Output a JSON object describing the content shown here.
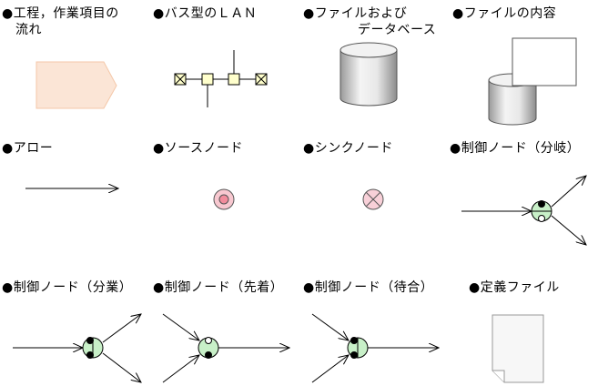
{
  "legend": {
    "process_flow": {
      "label_line1": "●工程，作業項目の",
      "label_line2": "流れ"
    },
    "bus_lan": {
      "label": "●バス型のＬＡＮ"
    },
    "file_db": {
      "label_line1": "●ファイルおよび",
      "label_line2": "データベース"
    },
    "file_contents": {
      "label": "●ファイルの内容"
    },
    "arrow": {
      "label": "●アロー"
    },
    "source_node": {
      "label": "●ソースノード"
    },
    "sink_node": {
      "label": "●シンクノード"
    },
    "control_branch": {
      "label": "●制御ノード（分岐）"
    },
    "control_divide": {
      "label": "●制御ノード（分業）"
    },
    "control_first": {
      "label": "●制御ノード（先着）"
    },
    "control_wait": {
      "label": "●制御ノード（待合）"
    },
    "definition_file": {
      "label": "●定義ファイル"
    }
  },
  "colors": {
    "process_fill": "#fbe5d6",
    "process_stroke": "#f4c7a8",
    "bus_node_fill": "#ffffcc",
    "source_outer": "#f8c8d0",
    "source_inner": "#f28c9c",
    "sink_fill": "#f8d0d8",
    "control_fill": "#c8f0c8",
    "cylinder_light": "#f0f0f0",
    "cylinder_dark": "#a8a8a8"
  }
}
